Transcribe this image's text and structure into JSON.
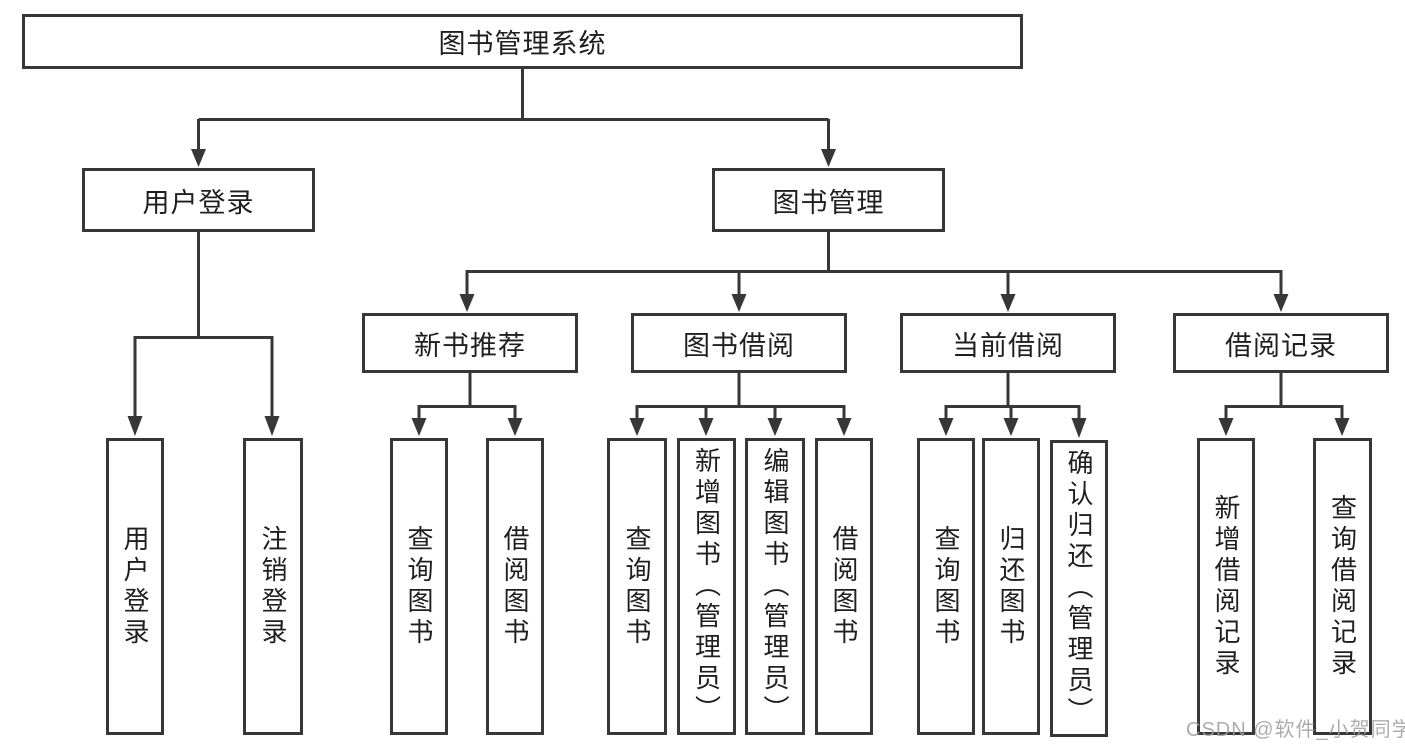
{
  "diagram": {
    "root": "图书管理系统",
    "level2": {
      "user_login": "用户登录",
      "book_mgmt": "图书管理"
    },
    "level3": {
      "new_book": "新书推荐",
      "borrow": "图书借阅",
      "current": "当前借阅",
      "records": "借阅记录"
    },
    "leaves": {
      "user_login_items": [
        "用户登录",
        "注销登录"
      ],
      "new_book_items": [
        "查询图书",
        "借阅图书"
      ],
      "borrow_items": [
        "查询图书",
        "新增图书（管理员）",
        "编辑图书（管理员）",
        "借阅图书"
      ],
      "current_items": [
        "查询图书",
        "归还图书",
        "确认归还（管理员）"
      ],
      "records_items": [
        "新增借阅记录",
        "查询借阅记录"
      ]
    }
  },
  "watermark": "CSDN @软件_小贺同学",
  "colors": {
    "line": "#373737",
    "text": "#1f1f1f",
    "watermark": "#9e9e9e",
    "background": "#ffffff"
  }
}
